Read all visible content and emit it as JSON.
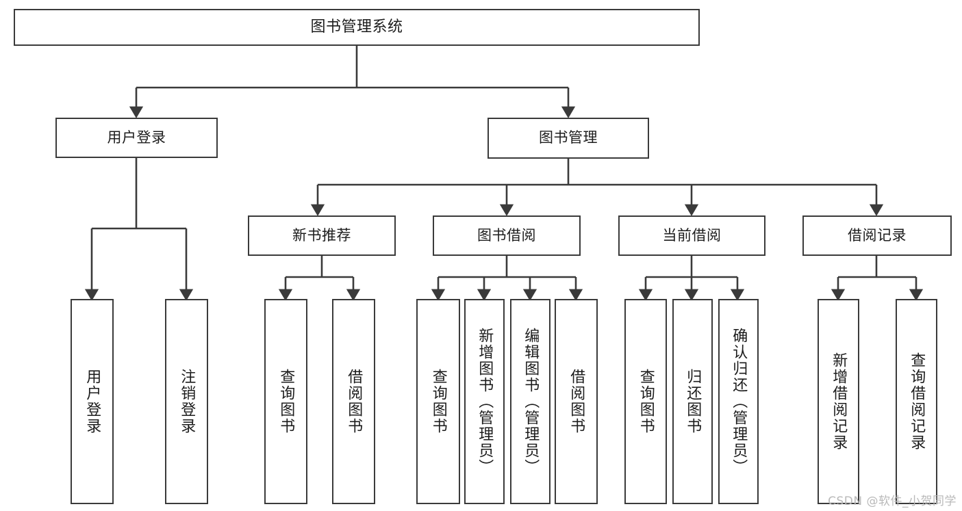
{
  "diagram": {
    "title": "图书管理系统",
    "type": "tree-hierarchy-chart",
    "orientation": "top-down",
    "colors": {
      "box_border": "#3a3a3a",
      "box_fill": "#ffffff",
      "edge": "#3a3a3a",
      "text": "#1c1c1c",
      "background": "#ffffff",
      "watermark": "#b9b9b9"
    }
  },
  "nodes": {
    "root": {
      "label": "图书管理系统"
    },
    "level2": [
      {
        "id": "user-login",
        "label": "用户登录"
      },
      {
        "id": "book-management",
        "label": "图书管理"
      }
    ],
    "level3": [
      {
        "id": "new-book-recommend",
        "label": "新书推荐"
      },
      {
        "id": "book-borrow",
        "label": "图书借阅"
      },
      {
        "id": "current-borrow",
        "label": "当前借阅"
      },
      {
        "id": "borrow-record",
        "label": "借阅记录"
      }
    ],
    "leaves": {
      "user_login": [
        {
          "id": "leaf-user-login",
          "label": "用户登录"
        },
        {
          "id": "leaf-logout-login",
          "label": "注销登录"
        }
      ],
      "new_book_recommend": [
        {
          "id": "leaf-query-book-1",
          "label": "查询图书"
        },
        {
          "id": "leaf-borrow-book-1",
          "label": "借阅图书"
        }
      ],
      "book_borrow": [
        {
          "id": "leaf-query-book-2",
          "label": "查询图书"
        },
        {
          "id": "leaf-add-book",
          "label": "新增图书（管理员）"
        },
        {
          "id": "leaf-edit-book",
          "label": "编辑图书（管理员）"
        },
        {
          "id": "leaf-borrow-book-2",
          "label": "借阅图书"
        }
      ],
      "current_borrow": [
        {
          "id": "leaf-query-book-3",
          "label": "查询图书"
        },
        {
          "id": "leaf-return-book",
          "label": "归还图书"
        },
        {
          "id": "leaf-confirm-return",
          "label": "确认归还（管理员）"
        }
      ],
      "borrow_record": [
        {
          "id": "leaf-add-record",
          "label": "新增借阅记录"
        },
        {
          "id": "leaf-query-record",
          "label": "查询借阅记录"
        }
      ]
    }
  },
  "watermark": {
    "text": "CSDN @软件_小贺同学"
  }
}
